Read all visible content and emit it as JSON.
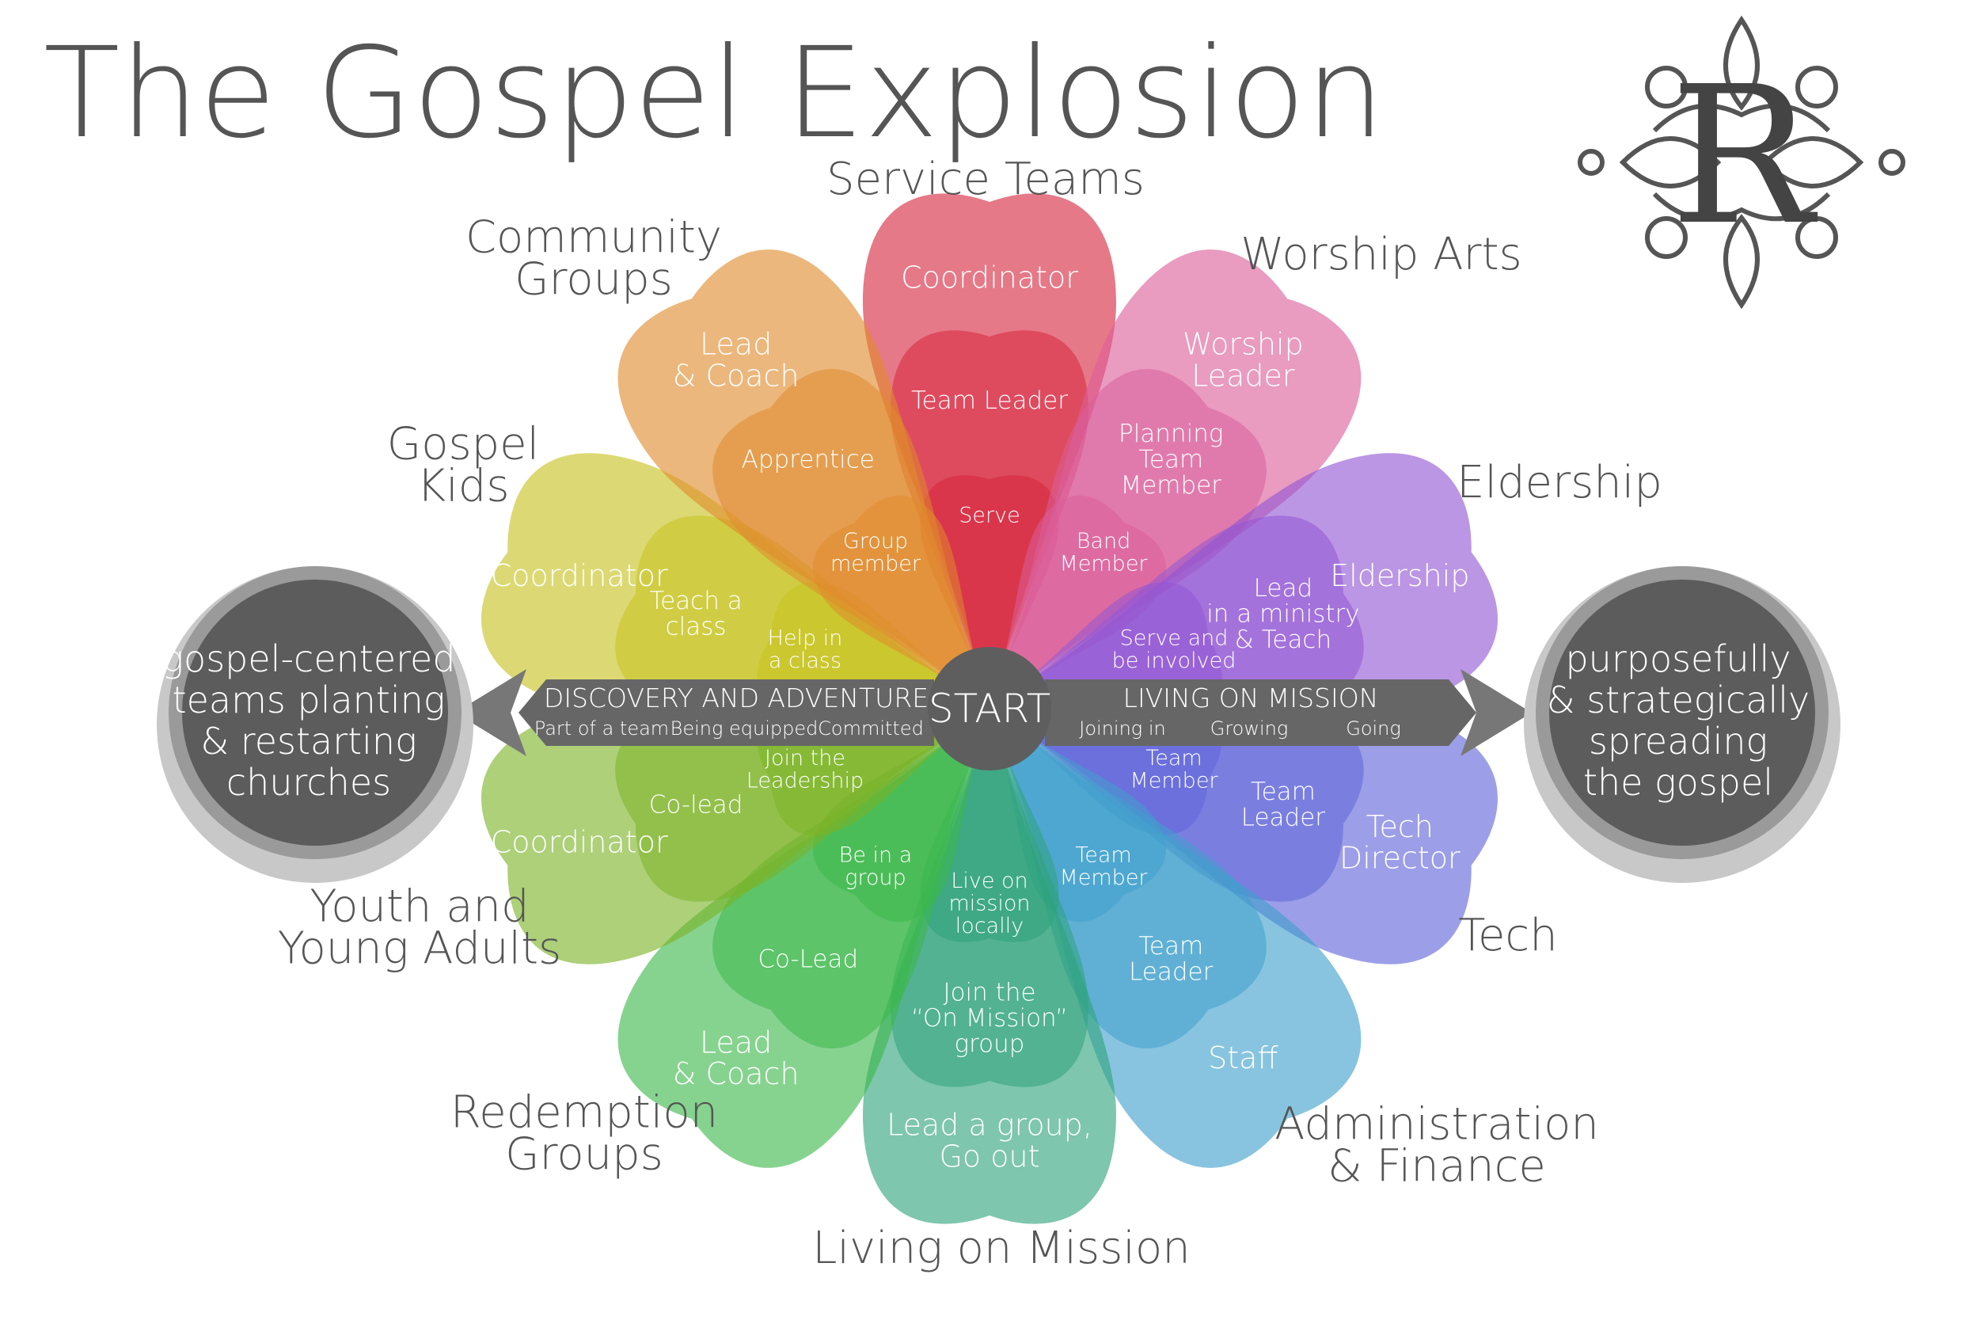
{
  "title": "The Gospel Explosion",
  "center": {
    "label": "START"
  },
  "left_banner": {
    "heading": "DISCOVERY AND ADVENTURE",
    "stages": [
      "Part of a team",
      "Being equipped",
      "Committed"
    ]
  },
  "right_banner": {
    "heading": "LIVING ON MISSION",
    "stages": [
      "Joining in",
      "Growing",
      "Going"
    ]
  },
  "left_outcome": [
    "gospel-centered",
    "teams planting",
    "& restarting",
    "churches"
  ],
  "right_outcome": [
    "purposefully",
    "& strategically",
    "spreading",
    "the gospel"
  ],
  "petals": [
    {
      "name": "Service Teams",
      "color": "#d7263d",
      "label_lines": [
        "Service Teams"
      ],
      "levels": [
        [
          "Coordinator"
        ],
        [
          "Team Leader"
        ],
        [
          "Serve"
        ]
      ]
    },
    {
      "name": "Worship Arts",
      "color": "#db5e9a",
      "label_lines": [
        "Worship Arts"
      ],
      "levels": [
        [
          "Worship",
          "Leader"
        ],
        [
          "Planning",
          "Team",
          "Member"
        ],
        [
          "Band",
          "Member"
        ]
      ]
    },
    {
      "name": "Eldership",
      "color": "#9156d4",
      "label_lines": [
        "Eldership"
      ],
      "levels": [
        [
          "Eldership"
        ],
        [
          "Lead",
          "in a ministry",
          "& Teach"
        ],
        [
          "Serve and",
          "be involved"
        ]
      ]
    },
    {
      "name": "Tech",
      "color": "#5f64d8",
      "label_lines": [
        "Tech"
      ],
      "levels": [
        [
          "Tech",
          "Director"
        ],
        [
          "Team",
          "Leader"
        ],
        [
          "Team",
          "Member"
        ]
      ]
    },
    {
      "name": "Administration & Finance",
      "color": "#3fa0cc",
      "label_lines": [
        "Administration",
        "& Finance"
      ],
      "levels": [
        [
          "Staff"
        ],
        [
          "Team",
          "Leader"
        ],
        [
          "Team",
          "Member"
        ]
      ]
    },
    {
      "name": "Living on Mission",
      "color": "#2ea37a",
      "label_lines": [
        "Living on Mission"
      ],
      "levels": [
        [
          "Lead a group,",
          "Go out"
        ],
        [
          "Join the",
          "“On Mission”",
          "group"
        ],
        [
          "Live on",
          "mission",
          "locally"
        ]
      ]
    },
    {
      "name": "Redemption Groups",
      "color": "#3cb84a",
      "label_lines": [
        "Redemption",
        "Groups"
      ],
      "levels": [
        [
          "Lead",
          "& Coach"
        ],
        [
          "Co-Lead"
        ],
        [
          "Be in a",
          "group"
        ]
      ]
    },
    {
      "name": "Youth and Young Adults",
      "color": "#7bb327",
      "label_lines": [
        "Youth and",
        "Young Adults"
      ],
      "levels": [
        [
          "Coordinator"
        ],
        [
          "Co-lead"
        ],
        [
          "Join the",
          "Leadership"
        ]
      ]
    },
    {
      "name": "Gospel Kids",
      "color": "#c7c21e",
      "label_lines": [
        "Gospel",
        "Kids"
      ],
      "levels": [
        [
          "Coordinator"
        ],
        [
          "Teach a",
          "class"
        ],
        [
          "Help in",
          "a class"
        ]
      ]
    },
    {
      "name": "Community Groups",
      "color": "#e08a2c",
      "label_lines": [
        "Community",
        "Groups"
      ],
      "levels": [
        [
          "Lead",
          "& Coach"
        ],
        [
          "Apprentice"
        ],
        [
          "Group",
          "member"
        ]
      ]
    }
  ],
  "logo": {
    "letter": "R"
  }
}
